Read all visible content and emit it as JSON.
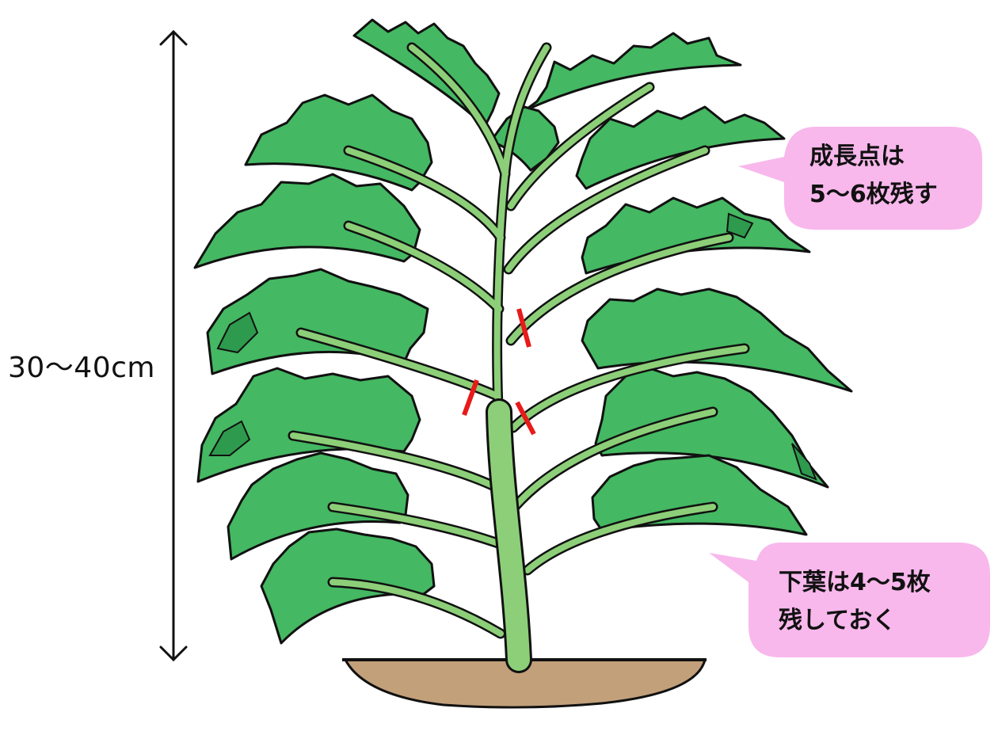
{
  "height_label": "30〜40cm",
  "bubbles": {
    "growth_point": {
      "line1": "成長点は",
      "line2": "5〜6枚残す"
    },
    "lower_leaves": {
      "line1": "下葉は4〜5枚",
      "line2": "残しておく"
    }
  },
  "colors": {
    "leaf": "#44b862",
    "leaf_shadow": "#2e9a4d",
    "stem": "#8ccf78",
    "soil": "#c2a07a",
    "bubble": "#f8b8ec",
    "cut_mark": "#e81a1a",
    "outline": "#111111"
  },
  "icons": {
    "height_arrow": "double-arrow-vertical-icon",
    "cut_marks": "cut-mark-icon"
  }
}
